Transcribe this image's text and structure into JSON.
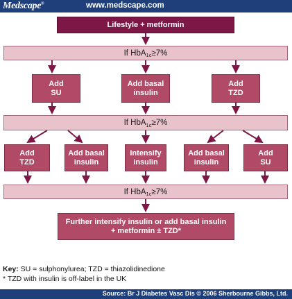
{
  "header": {
    "logo": "Medscape",
    "logo_reg": "®",
    "url": "www.medscape.com"
  },
  "flow": {
    "start": "Lifestyle + metformin",
    "condition_prefix": "If HbA",
    "condition_sub": "1c",
    "condition_suffix": " ≥7%",
    "tier1": [
      "Add\nSU",
      "Add basal\ninsulin",
      "Add\nTZD"
    ],
    "tier2": [
      "Add\nTZD",
      "Add basal\ninsulin",
      "Intensify\ninsulin",
      "Add basal\ninsulin",
      "Add\nSU"
    ],
    "final": "Further intensify insulin or add basal insulin\n+ metformin ± TZD*"
  },
  "footer": {
    "key_label": "Key:",
    "key_text": " SU = sulphonylurea; TZD = thiazolidinedione",
    "note": "* TZD with insulin is off-label in the UK",
    "source": "Source: Br J Diabetes Vasc Dis © 2006 Sherbourne Gibbs, Ltd."
  },
  "colors": {
    "header_bg": "#1f3f7a",
    "condition_bar": "#e8c3cb",
    "step_box": "#b14a66",
    "primary_box": "#7d1846",
    "arrow": "#7d1846"
  }
}
